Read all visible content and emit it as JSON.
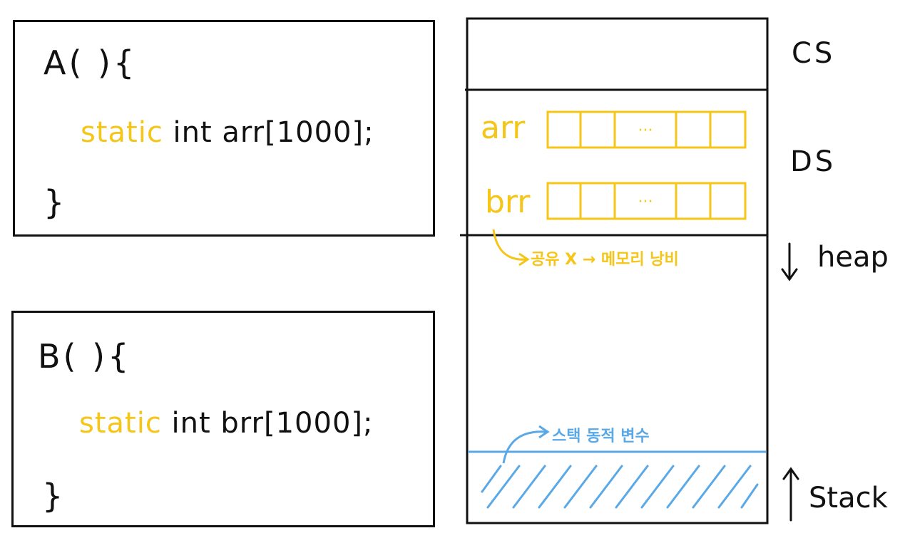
{
  "code_blocks": [
    {
      "header": "A( ){",
      "keyword": "static",
      "rest": " int arr[1000];",
      "close": "}"
    },
    {
      "header": "B( ){",
      "keyword": "static",
      "rest": " int brr[1000];",
      "close": "}"
    }
  ],
  "memory": {
    "segments": {
      "cs": "CS",
      "ds": "DS",
      "heap": "heap",
      "stack": "Stack"
    },
    "arrays": [
      {
        "name": "arr",
        "cells": [
          "",
          "",
          "···",
          "",
          ""
        ]
      },
      {
        "name": "brr",
        "cells": [
          "",
          "",
          "···",
          "",
          ""
        ]
      }
    ],
    "notes": {
      "heap_note": "공유 X → 메모리 낭비",
      "stack_note": "스택 동적 변수"
    },
    "icons": {
      "heap_direction": "arrow-down-icon",
      "stack_direction": "arrow-up-icon"
    }
  },
  "colors": {
    "keyword": "#f5c518",
    "array": "#f5c518",
    "stack": "#5aa9e6",
    "ink": "#111111"
  }
}
